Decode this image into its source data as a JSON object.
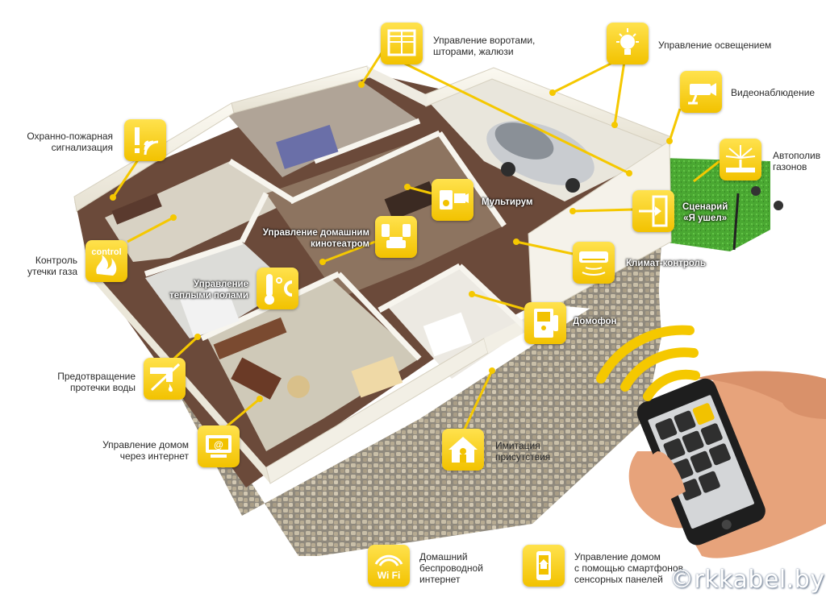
{
  "labels": {
    "gates": "Управление воротами,\nшторами, жалюзи",
    "lighting": "Управление освещением",
    "video": "Видеонаблюдение",
    "irrigation": "Автополив\nгазонов",
    "alarm": "Охранно-пожарная\nсигнализация",
    "gas": "Контроль\nутечки газа",
    "water": "Предотвращение\nпротечки воды",
    "internet_control": "Управление домом\nчерез интернет",
    "presence": "Имитация\nприсутствия",
    "wifi": "Домашний\nбеспроводной\nинтернет",
    "smartphone": "Управление домом\nс помощью смартфонов,\nсенсорных панелей",
    "multiroom": "Мультирум",
    "cinema": "Управление домашним\nкинотеатром",
    "floor_heating": "Управление\nтеплыми полами",
    "scenario": "Сценарий\n«Я ушел»",
    "climate": "Климат-контроль",
    "intercom": "Домофон"
  },
  "icon_texts": {
    "gas": "control",
    "wifi": "Wi Fi"
  },
  "watermark": "©rkkabel.by",
  "colors": {
    "accent": "#f5c800",
    "line": "#f5c800",
    "floor": "#6b4a3a",
    "wall": "#f4f1e6",
    "paving": "#9a948a",
    "lawn": "#4aa832"
  },
  "icons": [
    "blinds-icon",
    "bulb-icon",
    "camera-icon",
    "sprinkler-icon",
    "alarm-icon",
    "gas-icon",
    "leak-icon",
    "internet-icon",
    "presence-icon",
    "wifi-icon",
    "phone-icon",
    "multiroom-icon",
    "cinema-icon",
    "thermometer-icon",
    "exit-icon",
    "ac-icon",
    "intercom-icon"
  ]
}
